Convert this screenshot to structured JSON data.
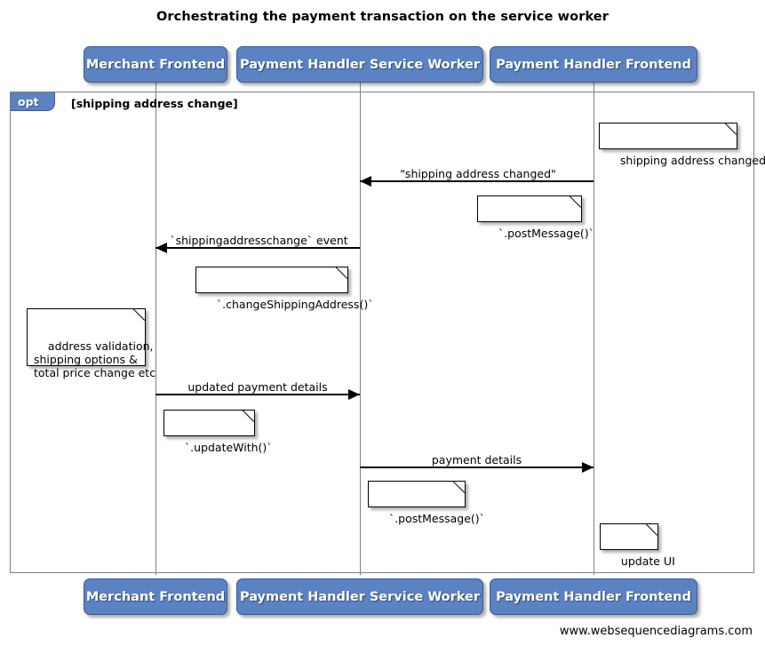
{
  "diagram": {
    "title": "Orchestrating the payment transaction on the service worker",
    "watermark": "www.websequencediagrams.com",
    "colors": {
      "participant_fill": "#5b82c2",
      "participant_border": "#3a5c96",
      "participant_text": "#ffffff",
      "lifeline": "#808080",
      "fragment_border": "#808080",
      "message": "#000000",
      "note_fill": "#ffffff",
      "note_border": "#000000",
      "background": "#ffffff"
    }
  },
  "participants": [
    {
      "id": "merchant-frontend",
      "label": "Merchant Frontend"
    },
    {
      "id": "payment-handler-service-worker",
      "label": "Payment Handler Service Worker"
    },
    {
      "id": "payment-handler-frontend",
      "label": "Payment Handler Frontend"
    }
  ],
  "fragment": {
    "type": "opt",
    "badge": "opt",
    "guard": "[shipping address change]"
  },
  "messages": [
    {
      "id": "shipping-address-changed",
      "label": "\"shipping address changed\"",
      "from": "payment-handler-frontend",
      "to": "payment-handler-service-worker",
      "direction": "left"
    },
    {
      "id": "shippingaddresschange-event",
      "label": "`shippingaddresschange` event",
      "from": "payment-handler-service-worker",
      "to": "merchant-frontend",
      "direction": "left"
    },
    {
      "id": "updated-payment-details",
      "label": "updated payment details",
      "from": "merchant-frontend",
      "to": "payment-handler-service-worker",
      "direction": "right"
    },
    {
      "id": "payment-details",
      "label": "payment details",
      "from": "payment-handler-service-worker",
      "to": "payment-handler-frontend",
      "direction": "right"
    }
  ],
  "notes": [
    {
      "id": "note-shipping-address-changed",
      "text": "shipping address changed"
    },
    {
      "id": "note-post-message-1",
      "text": "`.postMessage()`"
    },
    {
      "id": "note-change-shipping-address",
      "text": "`.changeShippingAddress()`"
    },
    {
      "id": "note-address-validation",
      "text": "address validation,\nshipping options &\ntotal price change etc"
    },
    {
      "id": "note-update-with",
      "text": "`.updateWith()`"
    },
    {
      "id": "note-post-message-2",
      "text": "`.postMessage()`"
    },
    {
      "id": "note-update-ui",
      "text": "update UI"
    }
  ]
}
